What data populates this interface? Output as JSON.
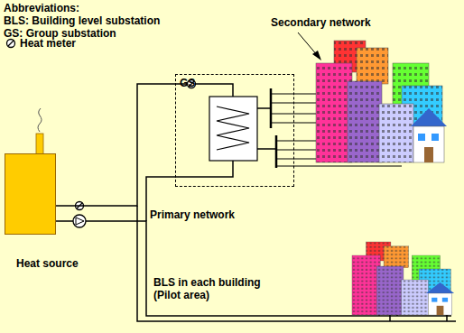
{
  "diagram": {
    "nodes": [
      {
        "text": [
          "GS"
        ]
      },
      {
        "text": [
          "Heat source"
        ]
      }
    ],
    "edges": [
      {
        "from": 1,
        "to": 0,
        "arrow": "none"
      }
    ],
    "labels": [
      "Abbreviations:",
      "BLS: Building level substation",
      "GS: Group substation",
      "Secondary network",
      "Primary network",
      "BLS in each building (Pilot area)"
    ],
    "legend": [
      {
        "text": "Heat meter"
      }
    ]
  }
}
